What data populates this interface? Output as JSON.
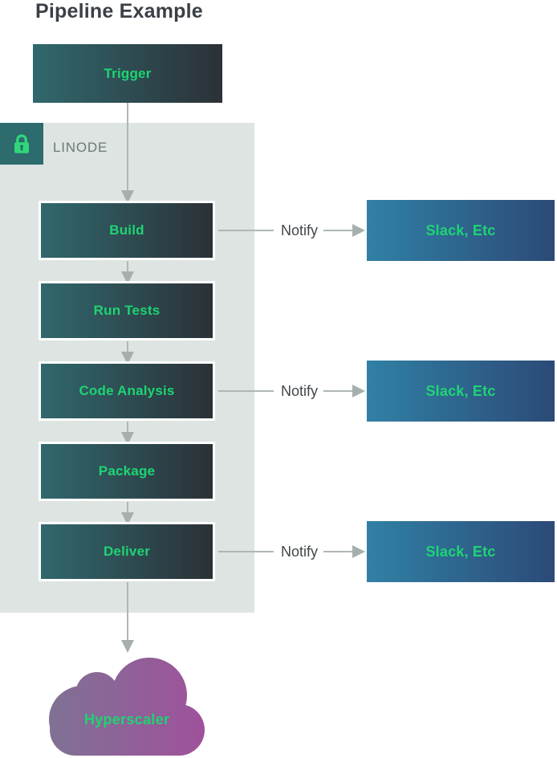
{
  "title": "Pipeline Example",
  "trigger": {
    "label": "Trigger"
  },
  "container": {
    "label": "LINODE",
    "icon": "lock-icon"
  },
  "stages": [
    {
      "label": "Build",
      "notify": true
    },
    {
      "label": "Run Tests",
      "notify": false
    },
    {
      "label": "Code Analysis",
      "notify": true
    },
    {
      "label": "Package",
      "notify": false
    },
    {
      "label": "Deliver",
      "notify": true
    }
  ],
  "notify_label": "Notify",
  "notifications": [
    {
      "label": "Slack, Etc"
    },
    {
      "label": "Slack, Etc"
    },
    {
      "label": "Slack, Etc"
    }
  ],
  "cloud": {
    "label": "Hyperscaler"
  },
  "colors": {
    "stage_gradient_start": "#30686D",
    "stage_gradient_end": "#2B3137",
    "slack_gradient_start": "#3080A5",
    "slack_gradient_end": "#2C4A77",
    "cloud_gradient_start": "#7F7294",
    "cloud_gradient_end": "#9F519B",
    "box_text_green": "#1ED473",
    "lock_green": "#2FD878",
    "container_bg": "#DDE4E2",
    "lock_badge_bg": "#2D6B6E",
    "arrow_gray": "#AFB7B6",
    "title_text": "#3A4046",
    "notify_text": "#41474B",
    "linode_label_text": "#6C7877"
  }
}
